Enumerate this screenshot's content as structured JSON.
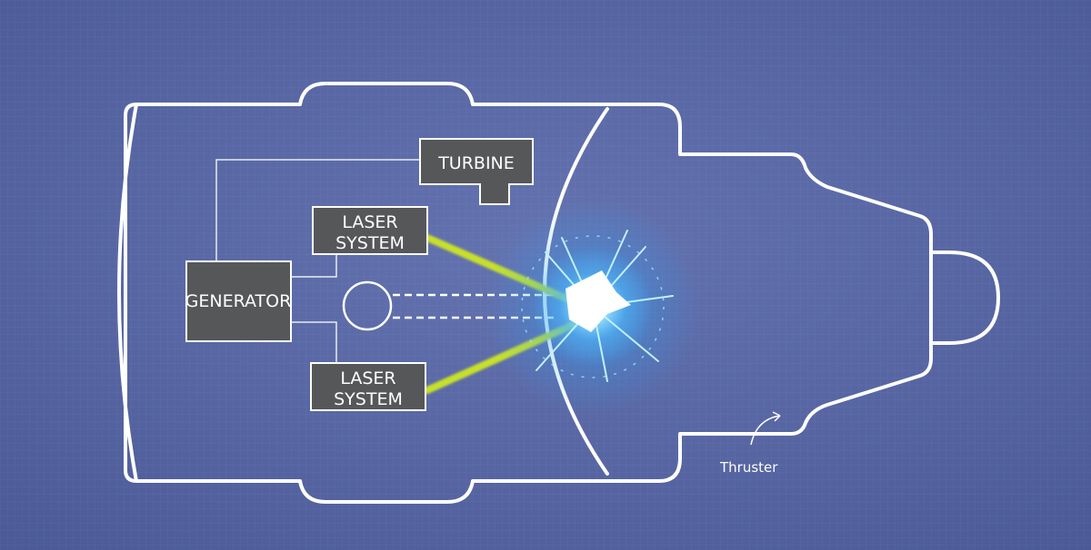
{
  "diagram": {
    "components": {
      "turbine": "TURBINE",
      "laser_top_line1": "LASER",
      "laser_top_line2": "SYSTEM",
      "generator": "GENERATOR",
      "laser_bottom_line1": "LASER",
      "laser_bottom_line2": "SYSTEM"
    },
    "annotations": {
      "thruster": "Thruster"
    }
  },
  "colors": {
    "background": "#5a6aa6",
    "outline": "#ffffff",
    "box_fill": "#555759",
    "laser_beam": "#c8e02a",
    "blast_glow": "#39b7ff"
  }
}
